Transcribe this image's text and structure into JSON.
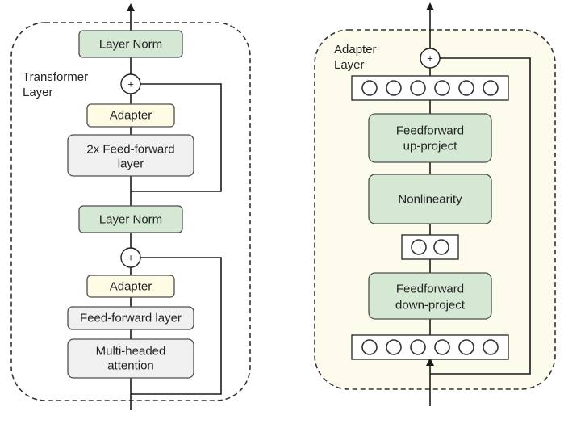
{
  "transformer_layer": {
    "title_line1": "Transformer",
    "title_line2": "Layer",
    "layer_norm_top": "Layer Norm",
    "add_top": "+",
    "adapter_top": "Adapter",
    "feed_forward_2x_line1": "2x Feed-forward",
    "feed_forward_2x_line2": "layer",
    "layer_norm_bottom": "Layer Norm",
    "add_bottom": "+",
    "adapter_bottom": "Adapter",
    "feed_forward": "Feed-forward layer",
    "attention_line1": "Multi-headed",
    "attention_line2": "attention"
  },
  "adapter_layer": {
    "title_line1": "Adapter",
    "title_line2": "Layer",
    "add": "+",
    "up_project_line1": "Feedforward",
    "up_project_line2": "up-project",
    "nonlinearity": "Nonlinearity",
    "down_project_line1": "Feedforward",
    "down_project_line2": "down-project",
    "output_units": 6,
    "bottleneck_units": 2,
    "input_units": 6
  },
  "colors": {
    "green_box": "#d5e8d4",
    "cream_box": "#fdfbe4",
    "gray_box": "#f0f0f0",
    "adapter_background": "#fcfbec",
    "line": "#1a1a1a"
  }
}
